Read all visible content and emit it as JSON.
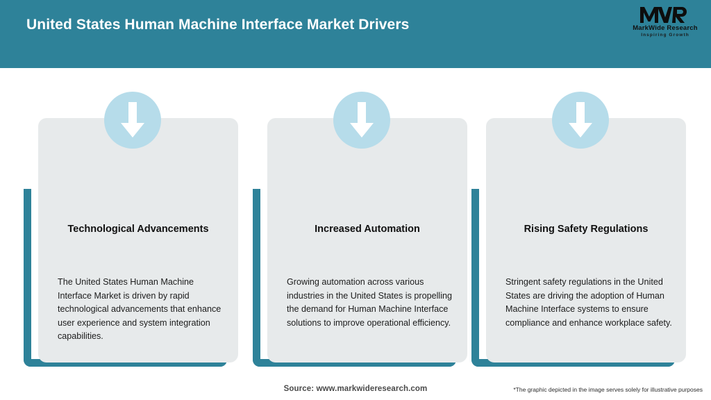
{
  "header": {
    "title": "United States Human Machine Interface Market Drivers",
    "background_color": "#2e8299",
    "title_color": "#ffffff"
  },
  "logo": {
    "mark": "MWR",
    "name": "MarkWide Research",
    "tagline": "Inspiring Growth"
  },
  "theme": {
    "accent_teal": "#2e8299",
    "card_background": "#e7eaeb",
    "icon_circle": "#b6dcea",
    "arrow_color": "#ffffff"
  },
  "cards": [
    {
      "icon": "arrow-down-icon",
      "title": "Technological Advancements",
      "body": "The United States Human Machine Interface Market is driven by rapid technological advancements that enhance user experience and system integration capabilities."
    },
    {
      "icon": "arrow-down-icon",
      "title": "Increased Automation",
      "body": "Growing automation across various industries in the United States is propelling the demand for Human Machine Interface solutions to improve operational efficiency."
    },
    {
      "icon": "arrow-down-icon",
      "title": "Rising Safety Regulations",
      "body": "Stringent safety regulations in the United States are driving the adoption of Human Machine Interface systems to ensure compliance and enhance workplace safety."
    }
  ],
  "footer": {
    "source": "Source: www.markwideresearch.com",
    "disclaimer": "*The graphic depicted in the image serves solely for illustrative purposes"
  }
}
